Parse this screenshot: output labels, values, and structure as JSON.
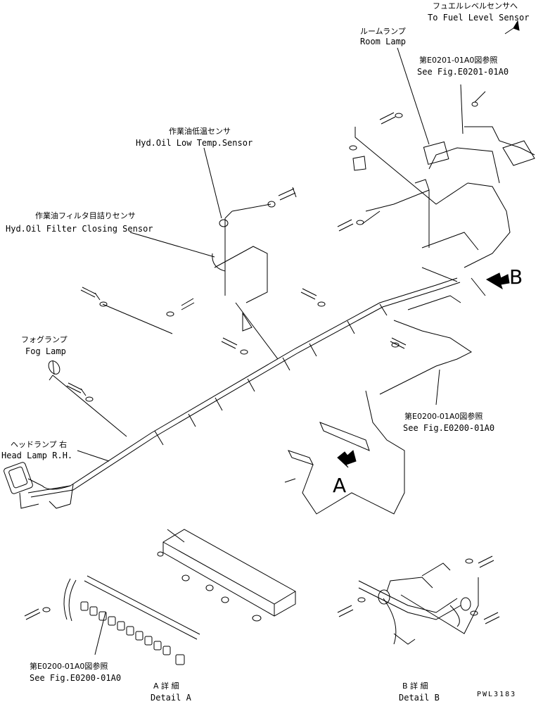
{
  "labels": {
    "fuel_sensor_jp": "フュエルレベルセンサへ",
    "fuel_sensor_en": "To Fuel Level Sensor",
    "room_lamp_jp": "ルームランプ",
    "room_lamp_en": "Room Lamp",
    "see_e0201_jp": "第E0201-01A0図参照",
    "see_e0201_en": "See Fig.E0201-01A0",
    "hyd_low_temp_jp": "作業油低温センサ",
    "hyd_low_temp_en": "Hyd.Oil Low Temp.Sensor",
    "hyd_filter_jp": "作業油フィルタ目詰りセンサ",
    "hyd_filter_en": "Hyd.Oil Filter Closing Sensor",
    "fog_lamp_jp": "フォグランプ",
    "fog_lamp_en": "Fog Lamp",
    "head_lamp_jp": "ヘッドランプ 右",
    "head_lamp_en": "Head Lamp R.H.",
    "see_e0200_right_jp": "第E0200-01A0図参照",
    "see_e0200_right_en": "See Fig.E0200-01A0",
    "see_e0200_bottom_jp": "第E0200-01A0図参照",
    "see_e0200_bottom_en": "See Fig.E0200-01A0",
    "detail_a_marker": "A",
    "detail_b_marker": "B",
    "detail_a_jp": "A 詳 細",
    "detail_a_en": "Detail A",
    "detail_b_jp": "B 詳 細",
    "detail_b_en": "Detail B",
    "drawing_code": "PWL3183"
  }
}
